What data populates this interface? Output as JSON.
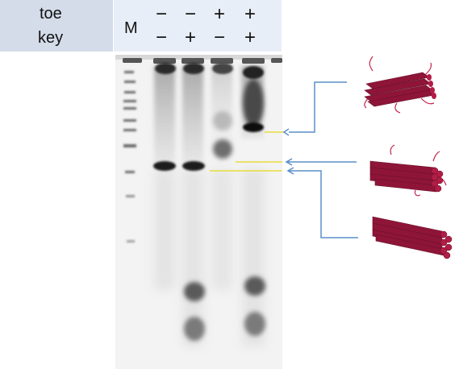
{
  "header": {
    "row_labels": [
      "toe",
      "key"
    ],
    "marker_label": "M",
    "lanes": [
      {
        "toe": "−",
        "key": "−"
      },
      {
        "toe": "−",
        "key": "+"
      },
      {
        "toe": "+",
        "key": "−"
      },
      {
        "toe": "+",
        "key": "+"
      }
    ]
  },
  "legend": {
    "items": [
      {
        "icon": "bundle-with-toe-strands-icon"
      },
      {
        "icon": "bundle-with-key-strands-icon"
      },
      {
        "icon": "bare-bundle-icon"
      }
    ],
    "colors": {
      "bundle": "#8e1538",
      "strand": "#c2264f",
      "arrow": "#5b8fc9",
      "band_marker": "#e6dc3c"
    }
  }
}
